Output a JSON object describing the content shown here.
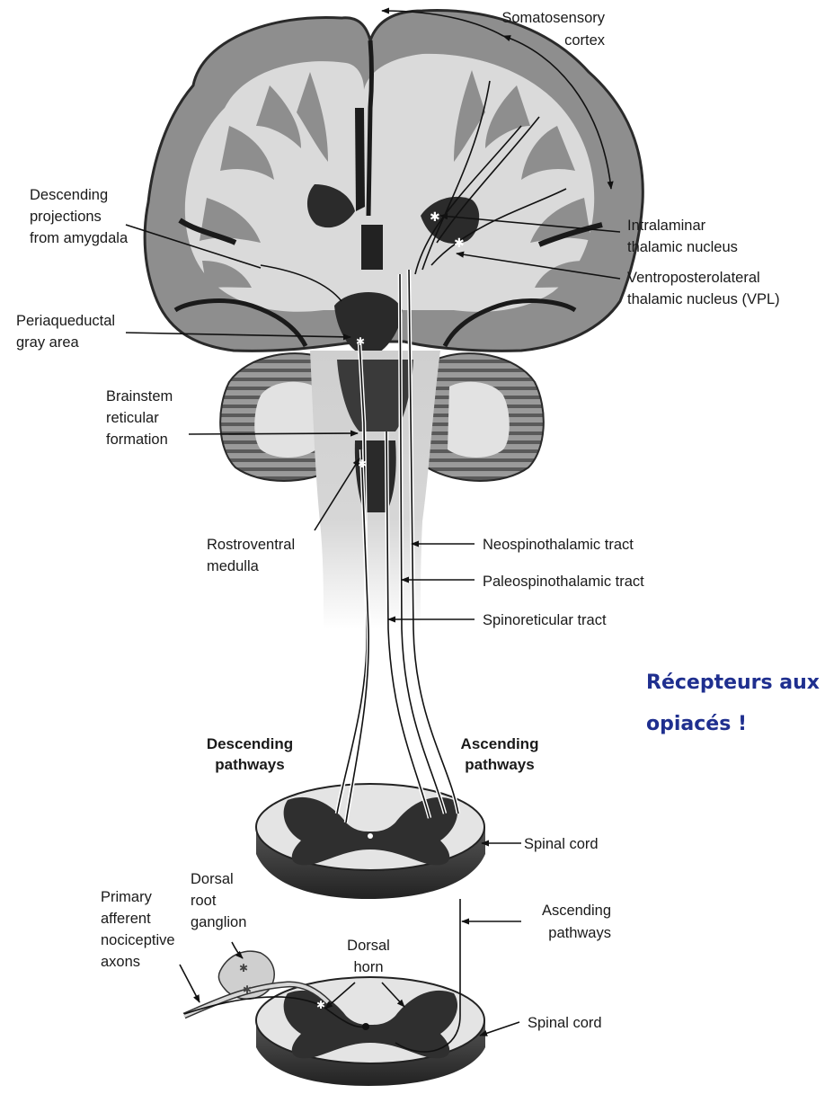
{
  "labels": {
    "somatosensory_cortex": [
      "Somatosensory",
      "cortex"
    ],
    "descending_projections": [
      "Descending",
      "projections",
      "from amygdala"
    ],
    "intralaminar": [
      "Intralaminar",
      "thalamic nucleus"
    ],
    "vpl": [
      "Ventroposterolateral",
      "thalamic nucleus (VPL)"
    ],
    "periaqueductal": [
      "Periaqueductal",
      "gray area"
    ],
    "brainstem_reticular": [
      "Brainstem",
      "reticular",
      "formation"
    ],
    "rostroventral": [
      "Rostroventral",
      "medulla"
    ],
    "neospinothalamic": "Neospinothalamic tract",
    "paleospinothalamic": "Paleospinothalamic tract",
    "spinoreticular": "Spinoreticular tract",
    "descending_pathways": [
      "Descending",
      "pathways"
    ],
    "ascending_pathways": [
      "Ascending",
      "pathways"
    ],
    "spinal_cord_upper": "Spinal cord",
    "dorsal_root_ganglion": [
      "Dorsal",
      "root",
      "ganglion"
    ],
    "primary_afferent": [
      "Primary",
      "afferent",
      "nociceptive",
      "axons"
    ],
    "dorsal_horn": [
      "Dorsal",
      "horn"
    ],
    "ascending_pathways_lower": [
      "Ascending",
      "pathways"
    ],
    "spinal_cord_lower": "Spinal cord"
  },
  "annotation": [
    "Récepteurs aux",
    "opiacés !"
  ],
  "colors": {
    "white_matter": "#d9d9d9",
    "gray_matter": "#8c8c8c",
    "dark_nuclei": "#333333",
    "annotation": "#1f2f8f"
  }
}
